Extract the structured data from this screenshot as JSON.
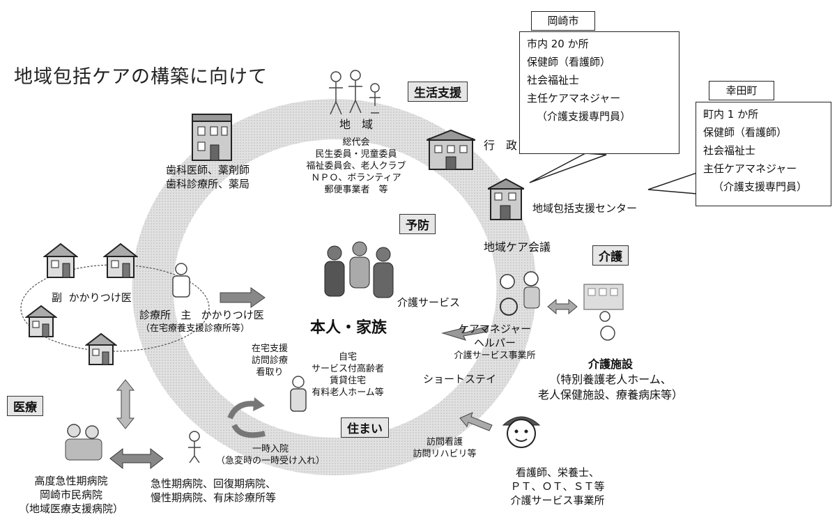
{
  "title": "地域包括ケアの構築に向けて",
  "tags": {
    "seikatsu": "生活支援",
    "yobo": "予防",
    "kaigo": "介護",
    "iryo": "医療",
    "sumai": "住まい"
  },
  "okazaki": {
    "tab": "岡崎市",
    "lines": [
      "市内 20 か所",
      "保健師（看護師）",
      "社会福祉士",
      "主任ケアマネジャー",
      "（介護支援専門員）"
    ]
  },
  "koda": {
    "tab": "幸田町",
    "lines": [
      "町内 1 か所",
      "保健師（看護師）",
      "社会福祉士",
      "主任ケアマネジャー",
      "（介護支援専門員）"
    ]
  },
  "chiiki": {
    "head": "地　域",
    "lines": [
      "総代会",
      "民生委員・児童委員",
      "福祉委員会、老人クラブ",
      "ＮＰＯ、ボランティア",
      "郵便事業者　等"
    ]
  },
  "dental": [
    "歯科医師、薬剤師",
    "歯科診療所、薬局"
  ],
  "gyosei": "行　政",
  "center": "地域包括支援センター",
  "care_kaigi": "地域ケア会議",
  "honnin": "本人・家族",
  "kaigo_service": "介護サービス",
  "caremanager": [
    "ケアマネジャー",
    "ヘルパー",
    "介護サービス事業所"
  ],
  "shisetsu": [
    "介護施設",
    "（特別養護老人ホーム、",
    "老人保健施設、療養病床等）"
  ],
  "home": [
    "自宅",
    "サービス付高齢者",
    "賃貸住宅",
    "有料老人ホーム等"
  ],
  "zaitaku": [
    "在宅支援",
    "訪問診療",
    "看取り"
  ],
  "short_stay": "ショートステイ",
  "homon": [
    "訪問看護",
    "訪問リハビリ等"
  ],
  "kangoshi": [
    "看護師、栄養士、",
    "ＰＴ、ＯＴ、ＳＴ等",
    "介護サービス事業所"
  ],
  "fuku": "副",
  "kakaritsuke1": "かかりつけ医",
  "shinryojo": "診療所",
  "shu": "主",
  "kakaritsuke2": "かかりつけ医",
  "zaitaku_clinic": "（在宅療養支援診療所等）",
  "ichiji": [
    "一時入院",
    "（急変時の一時受け入れ）"
  ],
  "kyusei": [
    "急性期病院、回復期病院、",
    "慢性期病院、有床診療所等"
  ],
  "kodo": [
    "高度急性期病院",
    "岡崎市民病院",
    "（地域医療支援病院）"
  ]
}
